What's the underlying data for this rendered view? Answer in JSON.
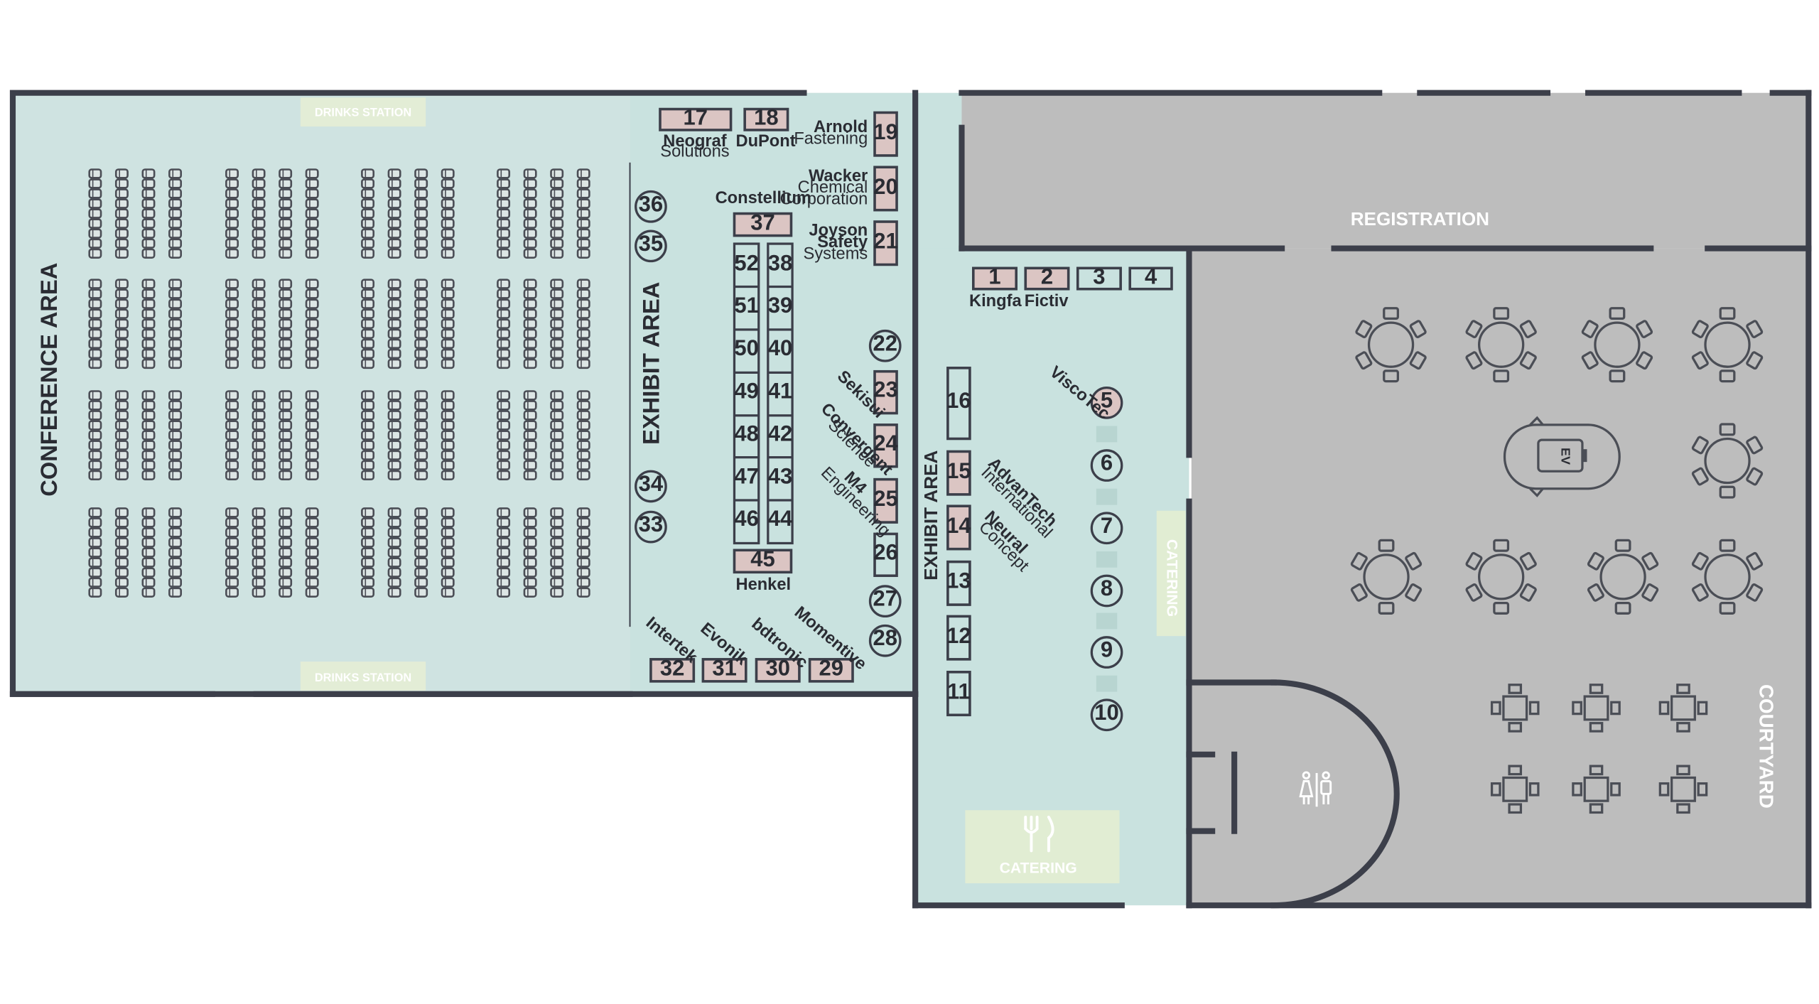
{
  "colors": {
    "floor_light": "#cfe3e1",
    "floor_grey": "#bdbdbd",
    "wall": "#3c3f4a",
    "booth_pink": "#dbc5c3",
    "drinks_bg": "#e3edd6",
    "catering_bg": "#e1edd3"
  },
  "areas": {
    "conference": "CONFERENCE AREA",
    "exhibit_main": "EXHIBIT AREA",
    "exhibit_second": "EXHIBIT AREA",
    "registration": "REGISTRATION",
    "courtyard": "COURTYARD",
    "drinks_top": "DRINKS STATION",
    "drinks_bottom": "DRINKS STATION",
    "catering_side": "CATERING",
    "catering_bottom": "CATERING",
    "ev": "EV"
  },
  "booths": {
    "b1": "1",
    "b2": "2",
    "b3": "3",
    "b4": "4",
    "b5": "5",
    "b6": "6",
    "b7": "7",
    "b8": "8",
    "b9": "9",
    "b10": "10",
    "b11": "11",
    "b12": "12",
    "b13": "13",
    "b14": "14",
    "b15": "15",
    "b16": "16",
    "b17": "17",
    "b18": "18",
    "b19": "19",
    "b20": "20",
    "b21": "21",
    "b22": "22",
    "b23": "23",
    "b24": "24",
    "b25": "25",
    "b26": "26",
    "b27": "27",
    "b28": "28",
    "b29": "29",
    "b30": "30",
    "b31": "31",
    "b32": "32",
    "b33": "33",
    "b34": "34",
    "b35": "35",
    "b36": "36",
    "b37": "37",
    "b38": "38",
    "b39": "39",
    "b40": "40",
    "b41": "41",
    "b42": "42",
    "b43": "43",
    "b44": "44",
    "b45": "45",
    "b46": "46",
    "b47": "47",
    "b48": "48",
    "b49": "49",
    "b50": "50",
    "b51": "51",
    "b52": "52"
  },
  "companies": {
    "neograf": "Neograf",
    "neograf_sub": "Solutions",
    "dupont": "DuPont",
    "arnold": "Arnold",
    "arnold_sub": "Fastening",
    "wacker_1": "Wacker",
    "wacker_2": "Chemical",
    "wacker_3": "Corporation",
    "joyson_1": "Joyson",
    "joyson_2": "Safety",
    "joyson_3": "Systems",
    "constellium": "Constellium",
    "henkel": "Henkel",
    "kingfa": "Kingfa",
    "fictiv": "Fictiv",
    "viscotec": "ViscoTec",
    "sekisui": "Sekisui",
    "convergent": "Convergent",
    "convergent_sub": "Science",
    "m4": "M4",
    "m4_sub": "Engineering",
    "advantech": "AdvanTech",
    "advantech_sub": "International",
    "neural": "Neural",
    "neural_sub": "Concept",
    "intertek": "Intertek",
    "evonik": "Evonik",
    "bdtronic": "bdtronic",
    "momentive": "Momentive"
  },
  "icons": [
    "restroom-icon",
    "fork-knife-icon",
    "ev-charging-icon"
  ]
}
